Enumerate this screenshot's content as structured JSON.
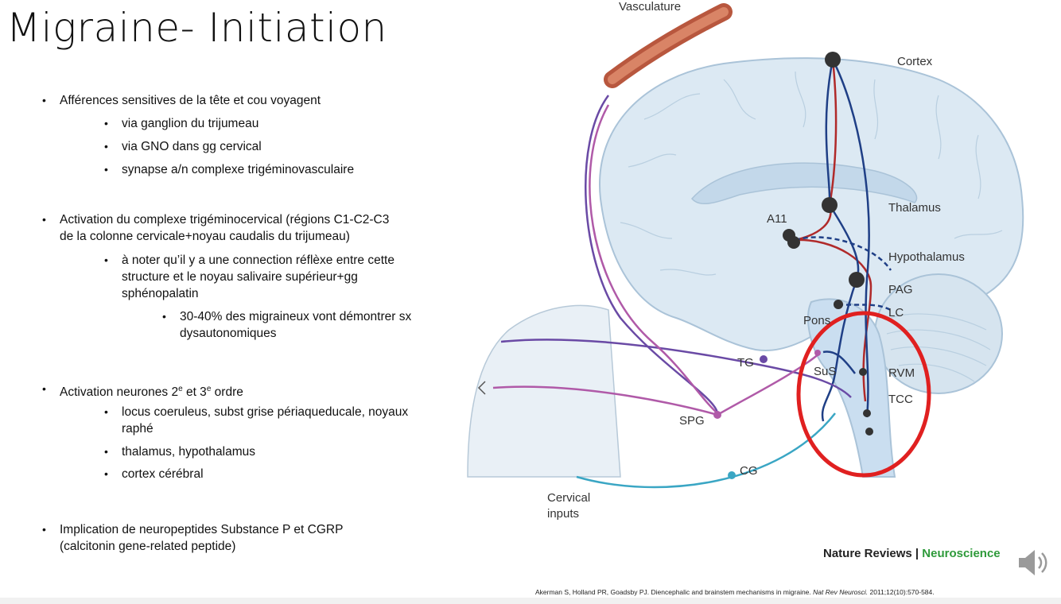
{
  "slide": {
    "title": "Migraine- Initiation",
    "bullets": [
      {
        "text": "Afférences sensitives de la tête et cou voyagent"
      },
      {
        "text": "via ganglion du trijumeau"
      },
      {
        "text": "via GNO dans gg cervical"
      },
      {
        "text": "synapse a/n complexe trigéminovasculaire"
      },
      {
        "text": "Activation du complexe trigéminocervical (régions C1-C2-C3"
      },
      {
        "text": "de la colonne cervicale+noyau caudalis du trijumeau)"
      },
      {
        "text": "à noter qu’il y a une connection réflèxe entre cette"
      },
      {
        "text": "structure et le noyau salivaire supérieur+gg"
      },
      {
        "text": "sphénopalatin"
      },
      {
        "text": "30-40% des migraineux vont démontrer sx"
      },
      {
        "text": "dysautonomiques"
      },
      {
        "text": "Activation neurones 2"
      },
      {
        "text": "locus coeruleus, subst grise périaqueducale, noyaux"
      },
      {
        "text": "raphé"
      },
      {
        "text": "thalamus, hypothalamus"
      },
      {
        "text": "cortex cérébral"
      },
      {
        "text": "Implication de neuropeptides Substance P et CGRP"
      },
      {
        "text": "(calcitonin gene-related peptide)"
      }
    ],
    "sup": {
      "e1": "e",
      "mid": " et 3",
      "e2": "e",
      "end": " ordre"
    }
  },
  "figure": {
    "labels": {
      "vasculature": "Vasculature",
      "cortex": "Cortex",
      "thalamus": "Thalamus",
      "a11": "A11",
      "hypothalamus": "Hypothalamus",
      "pag": "PAG",
      "lc": "LC",
      "pons": "Pons",
      "tg": "TG",
      "sus": "SuS",
      "rvm": "RVM",
      "tcc": "TCC",
      "spg": "SPG",
      "cg": "CG",
      "cervical1": "Cervical",
      "cervical2": "inputs"
    },
    "colors": {
      "brain": "#dce9f3",
      "outline": "#aac3d8",
      "red_path": "#b02a2a",
      "blue_path": "#1f3f86",
      "purple_path": "#6a4aa5",
      "magenta_path": "#b05aa8",
      "cyan_path": "#3aa6c4",
      "highlight_circle": "#e02020"
    }
  },
  "branding": {
    "name": "Nature Reviews",
    "separator": " | ",
    "journal": "Neuroscience"
  },
  "citation": {
    "authors": "Akerman S, Holland PR, Goadsby PJ. Diencephalic and brainstem mechanisms in migraine.",
    "journal": "Nat Rev Neurosci.",
    "ref": "2011;12(10):570-584."
  },
  "controls": {
    "speaker": "speaker-icon"
  }
}
